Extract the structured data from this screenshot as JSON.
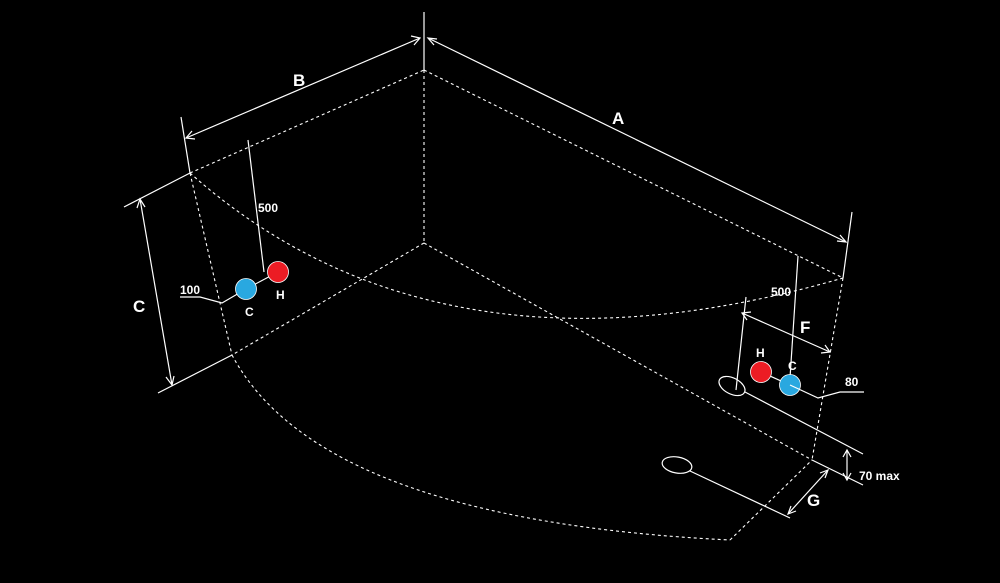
{
  "labels": {
    "a": "A",
    "b": "B",
    "c": "C",
    "f": "F",
    "g": "G",
    "left_500": "500",
    "right_500": "500",
    "left_100": "100",
    "right_80": "80",
    "max_70": "70 max",
    "left_hot": "H",
    "left_cold": "C",
    "right_hot": "H",
    "right_cold": "C"
  },
  "colors": {
    "background": "#000000",
    "line": "#ffffff",
    "hot": "#ec1c24",
    "cold": "#29a8e0"
  }
}
